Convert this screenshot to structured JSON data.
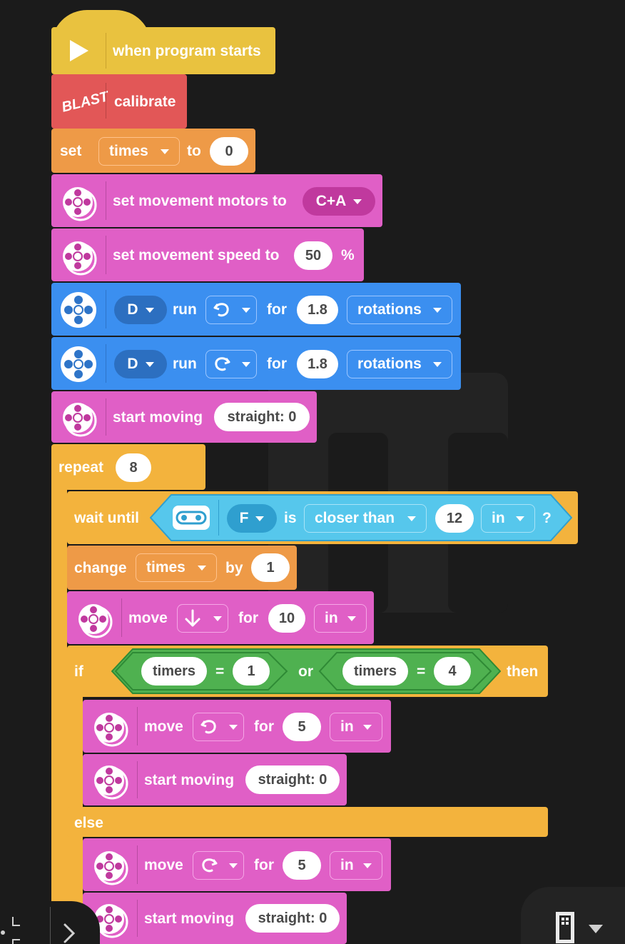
{
  "colors": {
    "background": "#1b1b1b",
    "events": "#e9c23f",
    "blast": "#e25757",
    "variables": "#ee9a47",
    "movement": "#e05fc6",
    "motors": "#3b8ff0",
    "control": "#f3b33d",
    "sensors": "#56c7ec",
    "operators": "#4fb150"
  },
  "blocks": {
    "hat": {
      "label": "when program starts",
      "icon": "play-icon"
    },
    "calibrate": {
      "icon_text": "BLAST",
      "label": "calibrate"
    },
    "set_var": {
      "label": "set",
      "variable": "times",
      "to": "to",
      "value": "0"
    },
    "set_motors": {
      "label": "set movement motors to",
      "value": "C+A",
      "icon": "movement-icon"
    },
    "set_speed": {
      "label": "set movement speed to",
      "value": "50",
      "unit": "%"
    },
    "motor_run_1": {
      "port": "D",
      "run": "run",
      "direction": "counterclockwise-icon",
      "for": "for",
      "value": "1.8",
      "unit": "rotations"
    },
    "motor_run_2": {
      "port": "D",
      "run": "run",
      "direction": "clockwise-icon",
      "for": "for",
      "value": "1.8",
      "unit": "rotations"
    },
    "start_moving_1": {
      "label": "start moving",
      "value": "straight: 0"
    },
    "repeat": {
      "label": "repeat",
      "value": "8"
    },
    "wait_until": {
      "label": "wait until",
      "port": "F",
      "is": "is",
      "comparison": "closer than",
      "value": "12",
      "unit": "in",
      "q": "?"
    },
    "change_var": {
      "label": "change",
      "variable": "times",
      "by": "by",
      "value": "1"
    },
    "move_1": {
      "label": "move",
      "direction": "down-arrow-icon",
      "for": "for",
      "value": "10",
      "unit": "in"
    },
    "if": {
      "label": "if",
      "left_var": "timers",
      "left_eq": "=",
      "left_val": "1",
      "or": "or",
      "right_var": "timers",
      "right_eq": "=",
      "right_val": "4",
      "then": "then"
    },
    "move_2": {
      "label": "move",
      "direction": "counterclockwise-icon",
      "for": "for",
      "value": "5",
      "unit": "in"
    },
    "start_moving_2": {
      "label": "start moving",
      "value": "straight: 0"
    },
    "else": {
      "label": "else"
    },
    "move_3": {
      "label": "move",
      "direction": "clockwise-icon",
      "for": "for",
      "value": "5",
      "unit": "in"
    },
    "start_moving_3": {
      "label": "start moving",
      "value": "straight: 0"
    }
  },
  "bottom_bar": {
    "left_icon": "zoom-fit-icon",
    "expand_icon": "chevron-right-icon",
    "device_icon": "hub-icon"
  }
}
